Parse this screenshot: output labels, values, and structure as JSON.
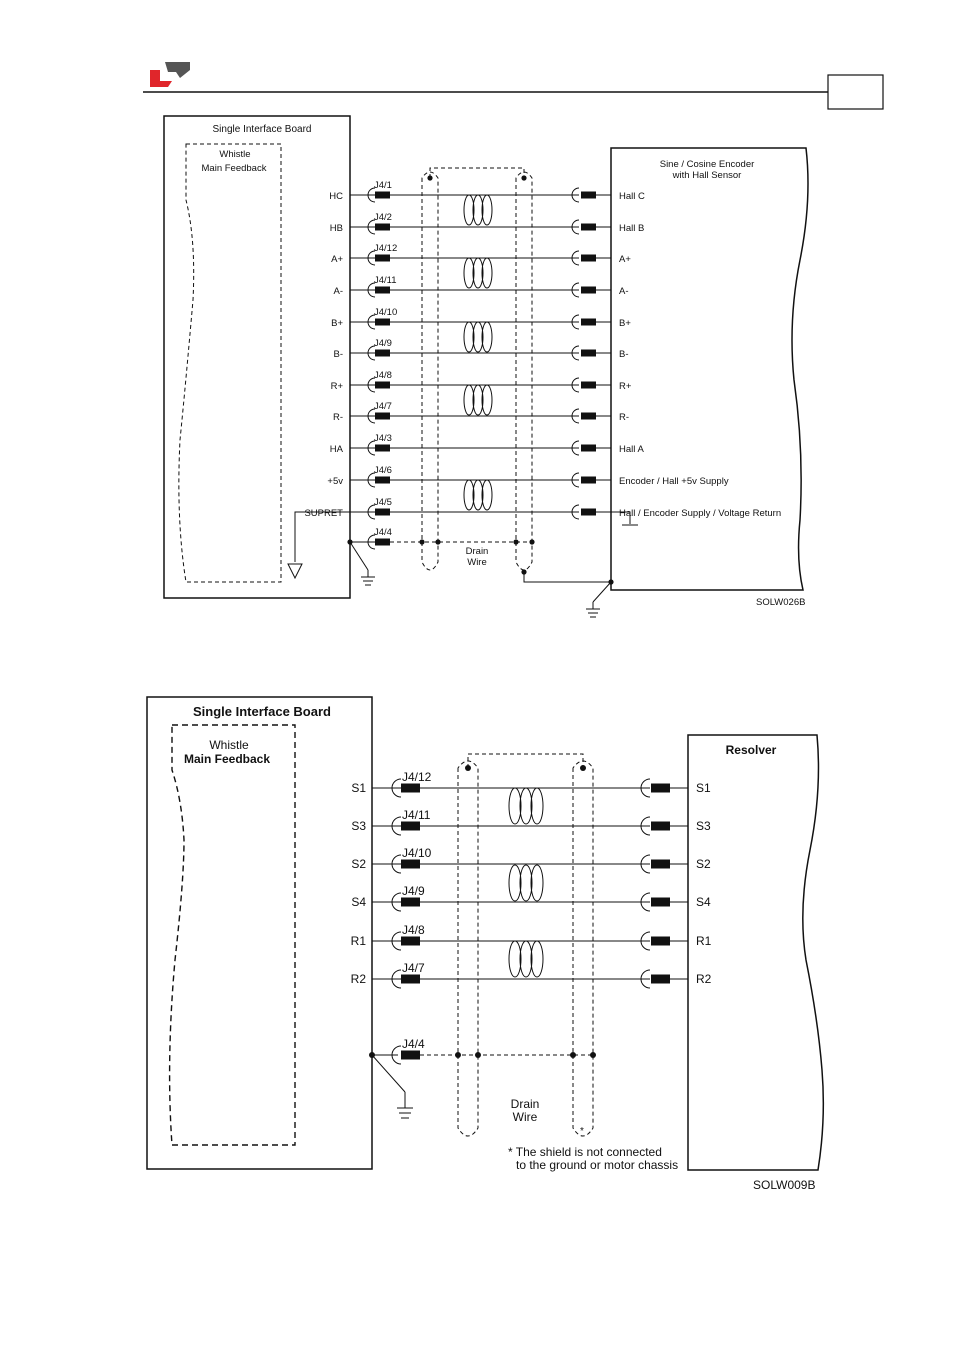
{
  "page": {
    "header_box_text": "",
    "logo": {
      "name": "company-logo",
      "color_primary": "#e0262b",
      "color_secondary": "#555555"
    }
  },
  "diagram1": {
    "board_title": "Single Interface Board",
    "module_line1": "Whistle",
    "module_line2": "Main Feedback",
    "device_line1": "Sine / Cosine Encoder",
    "device_line2": "with Hall Sensor",
    "drain_line1": "Drain",
    "drain_line2": "Wire",
    "code": "SOLW026B",
    "rows": [
      {
        "left": "HC",
        "pin": "J4/1",
        "right": "Hall C"
      },
      {
        "left": "HB",
        "pin": "J4/2",
        "right": "Hall B"
      },
      {
        "left": "A+",
        "pin": "J4/12",
        "right": "A+"
      },
      {
        "left": "A-",
        "pin": "J4/11",
        "right": "A-"
      },
      {
        "left": "B+",
        "pin": "J4/10",
        "right": "B+"
      },
      {
        "left": "B-",
        "pin": "J4/9",
        "right": "B-"
      },
      {
        "left": "R+",
        "pin": "J4/8",
        "right": "R+"
      },
      {
        "left": "R-",
        "pin": "J4/7",
        "right": "R-"
      },
      {
        "left": "HA",
        "pin": "J4/3",
        "right": "Hall A"
      },
      {
        "left": "+5v",
        "pin": "J4/6",
        "right": "Encoder / Hall +5v Supply"
      },
      {
        "left": "SUPRET",
        "pin": "J4/5",
        "right": "Hall / Encoder Supply / Voltage Return"
      },
      {
        "left": "",
        "pin": "J4/4",
        "right": ""
      }
    ]
  },
  "diagram2": {
    "board_title": "Single Interface Board",
    "module_line1": "Whistle",
    "module_line2": "Main Feedback",
    "device_title": "Resolver",
    "drain_line1": "Drain",
    "drain_line2": "Wire",
    "note_line1": "* The shield is not connected",
    "note_line2": "to the ground or motor chassis",
    "asterisk": "*",
    "code": "SOLW009B",
    "rows": [
      {
        "left": "S1",
        "pin": "J4/12",
        "right": "S1"
      },
      {
        "left": "S3",
        "pin": "J4/11",
        "right": "S3"
      },
      {
        "left": "S2",
        "pin": "J4/10",
        "right": "S2"
      },
      {
        "left": "S4",
        "pin": "J4/9",
        "right": "S4"
      },
      {
        "left": "R1",
        "pin": "J4/8",
        "right": "R1"
      },
      {
        "left": "R2",
        "pin": "J4/7",
        "right": "R2"
      },
      {
        "left": "",
        "pin": "J4/4",
        "right": ""
      }
    ]
  }
}
